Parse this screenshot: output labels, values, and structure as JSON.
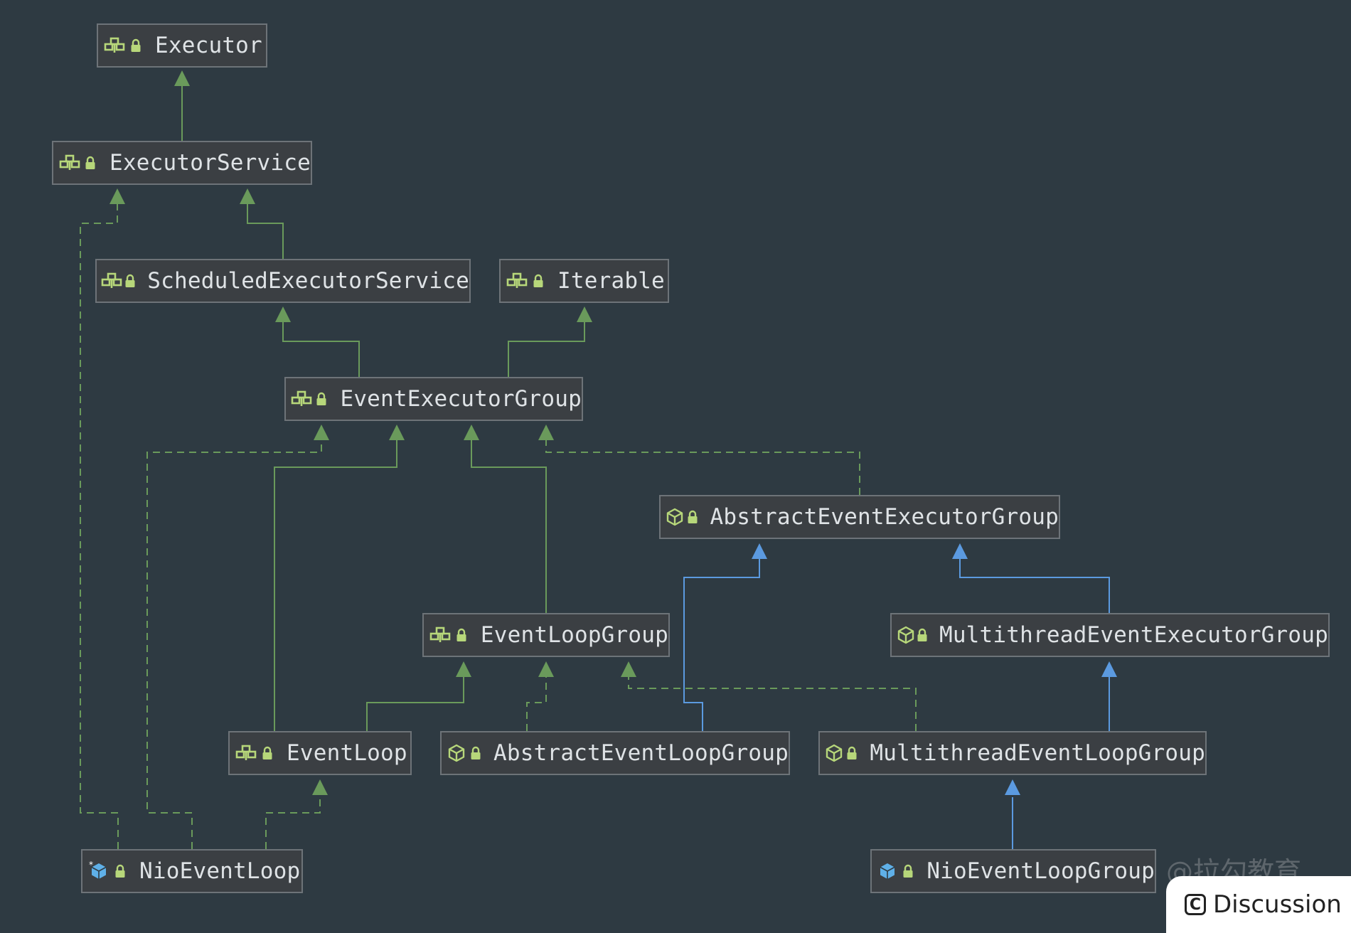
{
  "diagram": {
    "nodes": [
      {
        "id": "executor",
        "label": "Executor",
        "kind": "interface"
      },
      {
        "id": "executorservice",
        "label": "ExecutorService",
        "kind": "interface"
      },
      {
        "id": "scheduled",
        "label": "ScheduledExecutorService",
        "kind": "interface"
      },
      {
        "id": "iterable",
        "label": "Iterable",
        "kind": "interface"
      },
      {
        "id": "eeg",
        "label": "EventExecutorGroup",
        "kind": "interface"
      },
      {
        "id": "aeeg",
        "label": "AbstractEventExecutorGroup",
        "kind": "abstract-class"
      },
      {
        "id": "elg",
        "label": "EventLoopGroup",
        "kind": "interface"
      },
      {
        "id": "meeg",
        "label": "MultithreadEventExecutorGroup",
        "kind": "abstract-class"
      },
      {
        "id": "el",
        "label": "EventLoop",
        "kind": "interface"
      },
      {
        "id": "aelg",
        "label": "AbstractEventLoopGroup",
        "kind": "abstract-class"
      },
      {
        "id": "melg",
        "label": "MultithreadEventLoopGroup",
        "kind": "abstract-class"
      },
      {
        "id": "nel",
        "label": "NioEventLoop",
        "kind": "class-special"
      },
      {
        "id": "nelg",
        "label": "NioEventLoopGroup",
        "kind": "class"
      }
    ],
    "edges": [
      {
        "from": "executorservice",
        "to": "executor",
        "type": "extends-interface"
      },
      {
        "from": "scheduled",
        "to": "executorservice",
        "type": "extends-interface"
      },
      {
        "from": "nel",
        "to": "executorservice",
        "type": "implements"
      },
      {
        "from": "eeg",
        "to": "scheduled",
        "type": "extends-interface"
      },
      {
        "from": "eeg",
        "to": "iterable",
        "type": "extends-interface"
      },
      {
        "from": "nel",
        "to": "eeg",
        "type": "implements"
      },
      {
        "from": "el",
        "to": "eeg",
        "type": "extends-interface"
      },
      {
        "from": "elg",
        "to": "eeg",
        "type": "extends-interface"
      },
      {
        "from": "aeeg",
        "to": "eeg",
        "type": "implements"
      },
      {
        "from": "aelg",
        "to": "aeeg",
        "type": "extends-class"
      },
      {
        "from": "meeg",
        "to": "aeeg",
        "type": "extends-class"
      },
      {
        "from": "el",
        "to": "elg",
        "type": "extends-interface"
      },
      {
        "from": "aelg",
        "to": "elg",
        "type": "implements"
      },
      {
        "from": "melg",
        "to": "elg",
        "type": "implements"
      },
      {
        "from": "melg",
        "to": "meeg",
        "type": "extends-class"
      },
      {
        "from": "nel",
        "to": "el",
        "type": "implements"
      },
      {
        "from": "nelg",
        "to": "melg",
        "type": "extends-class"
      }
    ],
    "colors": {
      "background": "#2e3a42",
      "interface_edge": "#6a9a5b",
      "class_edge": "#5b9ae0",
      "node_fill": "#3b3f43",
      "node_border": "#6d7378",
      "text": "#dfe3e6",
      "icon_interface": "#b7d77a",
      "icon_class": "#5fb0e8"
    },
    "icons": {
      "interface": "interface-icon",
      "abstract-class": "abstract-class-icon",
      "class": "class-icon",
      "lock": "lock-icon"
    }
  },
  "overlay": {
    "watermark": "@拉勾教育",
    "discussion_label": "Discussion"
  }
}
